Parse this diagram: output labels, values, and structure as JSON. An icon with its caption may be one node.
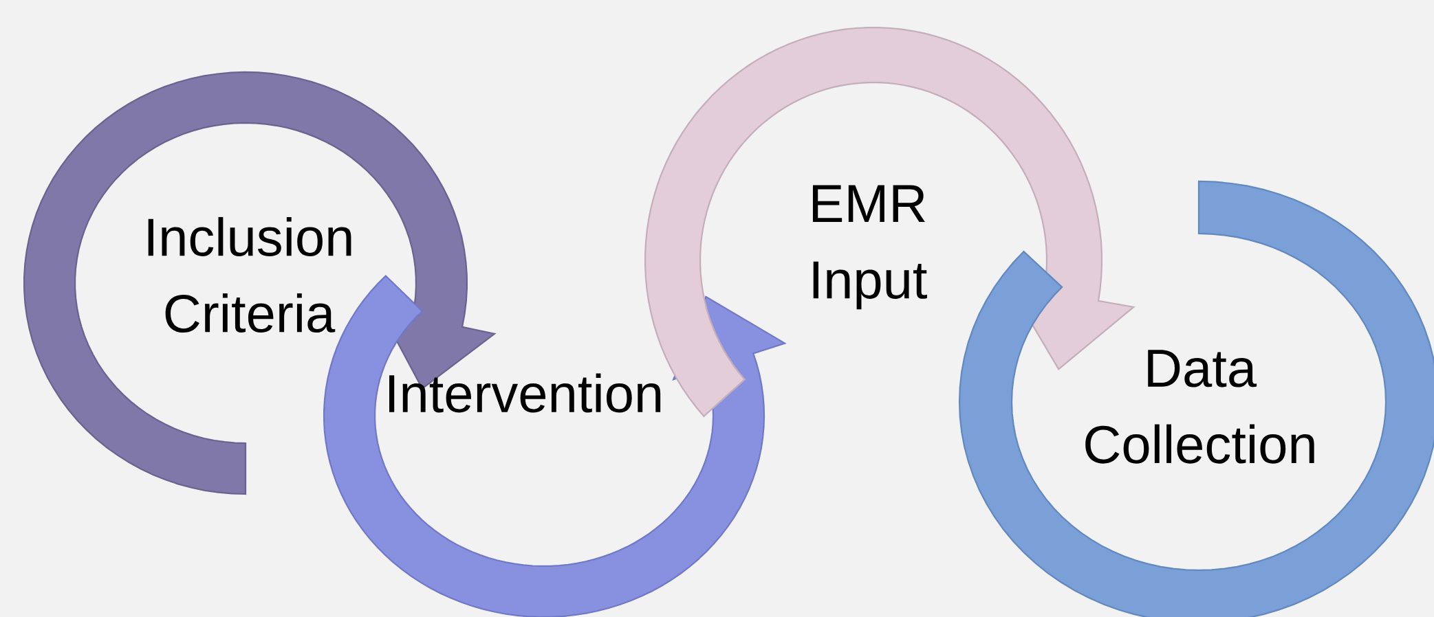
{
  "diagram": {
    "nodes": [
      {
        "text": [
          "Inclusion Criteria"
        ]
      },
      {
        "text": [
          "Intervention"
        ]
      },
      {
        "text": [
          "EMR Input"
        ]
      },
      {
        "text": [
          "Data Collection"
        ]
      }
    ],
    "edges": [
      {
        "from": 0,
        "to": 1,
        "arrow": "to"
      },
      {
        "from": 1,
        "to": 2,
        "arrow": "to"
      },
      {
        "from": 2,
        "to": 3,
        "arrow": "to"
      }
    ]
  }
}
